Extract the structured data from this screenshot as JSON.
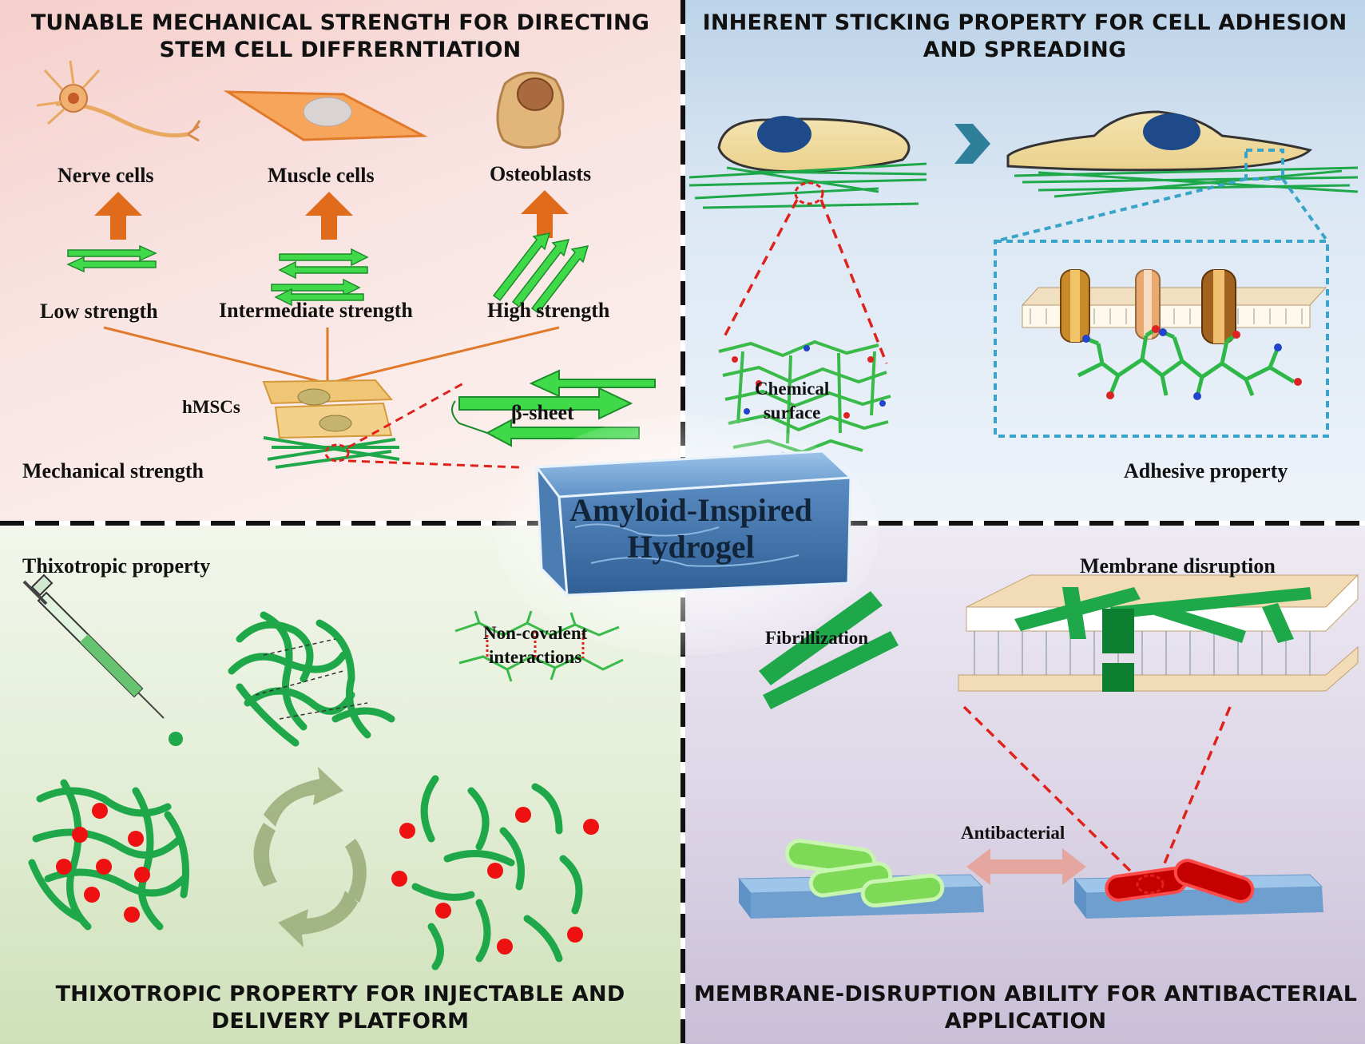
{
  "panels": {
    "top_left": {
      "title_line1": "TUNABLE MECHANICAL STRENGTH FOR DIRECTING",
      "title_line2": "STEM CELL DIFFRERNTIATION",
      "cells": [
        "Nerve cells",
        "Muscle cells",
        "Osteoblasts"
      ],
      "strengths": [
        "Low strength",
        "Intermediate strength",
        "High strength"
      ],
      "hmscs": "hMSCs",
      "beta_sheet": "β-sheet",
      "mechanical": "Mechanical strength"
    },
    "top_right": {
      "title_line1": "INHERENT STICKING PROPERTY FOR CELL ADHESION",
      "title_line2": "AND SPREADING",
      "chemical_line1": "Chemical",
      "chemical_line2": "surface",
      "adhesive": "Adhesive property"
    },
    "bottom_left": {
      "thixo": "Thixotropic  property",
      "noncov_line1": "Non-covalent",
      "noncov_line2": "interactions",
      "title_line1": "THIXOTROPIC PROPERTY FOR INJECTABLE AND",
      "title_line2": "DELIVERY PLATFORM"
    },
    "bottom_right": {
      "membrane": "Membrane disruption",
      "fibrillization": "Fibrillization",
      "antibacterial": "Antibacterial",
      "title_line1": "MEMBRANE-DISRUPTION ABILITY FOR ANTIBACTERIAL",
      "title_line2": "APPLICATION"
    }
  },
  "center": {
    "line1": "Amyloid-Inspired",
    "line2": "Hydrogel"
  },
  "colors": {
    "fiber_green": "#1fa84a",
    "strand_green": "#3fd94a",
    "arrow_orange": "#e06b1a",
    "gel_blue": "#6f9fcf",
    "dash_red": "#e0221c",
    "dash_cyan": "#3aa3c8",
    "bacteria_red": "#c40000",
    "bacteria_green": "#7ed957"
  }
}
